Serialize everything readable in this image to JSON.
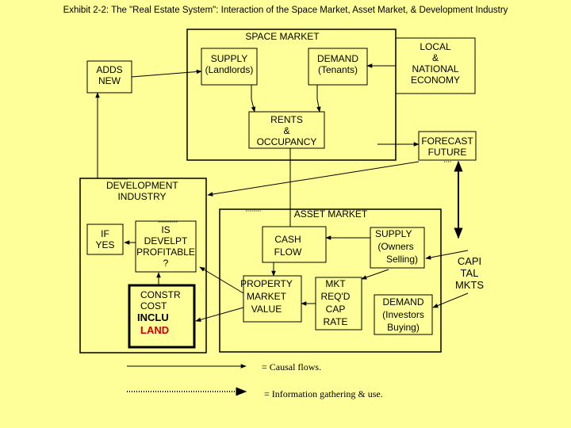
{
  "title": "Exhibit 2-2: The \"Real Estate System\": Interaction of the Space Market, Asset Market, & Development Industry",
  "space_market": {
    "label": "SPACE MARKET",
    "supply": [
      "SUPPLY",
      "(Landlords)"
    ],
    "demand": [
      "DEMAND",
      "(Tenants)"
    ],
    "rents": [
      "RENTS",
      "&",
      "OCCUPANCY"
    ]
  },
  "economy": [
    "LOCAL",
    "&",
    "NATIONAL",
    "ECONOMY"
  ],
  "forecast": [
    "FORECAST",
    "FUTURE"
  ],
  "adds_new": [
    "ADDS",
    "NEW"
  ],
  "development": {
    "label": [
      "DEVELOPMENT",
      "INDUSTRY"
    ],
    "if_yes": [
      "IF",
      "YES"
    ],
    "is_profitable": [
      "IS",
      "DEVELPT",
      "PROFITABLE",
      "?"
    ],
    "constr_cost": [
      "CONSTR",
      "COST"
    ],
    "inclu": "INCLU",
    "land": "LAND"
  },
  "asset_market": {
    "label": "ASSET MARKET",
    "cash_flow": [
      "CASH",
      "FLOW"
    ],
    "supply": [
      "SUPPLY",
      "(Owners",
      "Selling)"
    ],
    "property_value": [
      "PROPERTY",
      "MARKET",
      "VALUE"
    ],
    "cap_rate": [
      "MKT",
      "REQ'D",
      "CAP",
      "RATE"
    ],
    "demand": [
      "DEMAND",
      "(Investors",
      "Buying)"
    ]
  },
  "capital_markets": [
    "CAPI",
    "TAL",
    "MKTS"
  ],
  "legend": {
    "causal": "= Causal flows.",
    "info": "= Information gathering & use."
  }
}
